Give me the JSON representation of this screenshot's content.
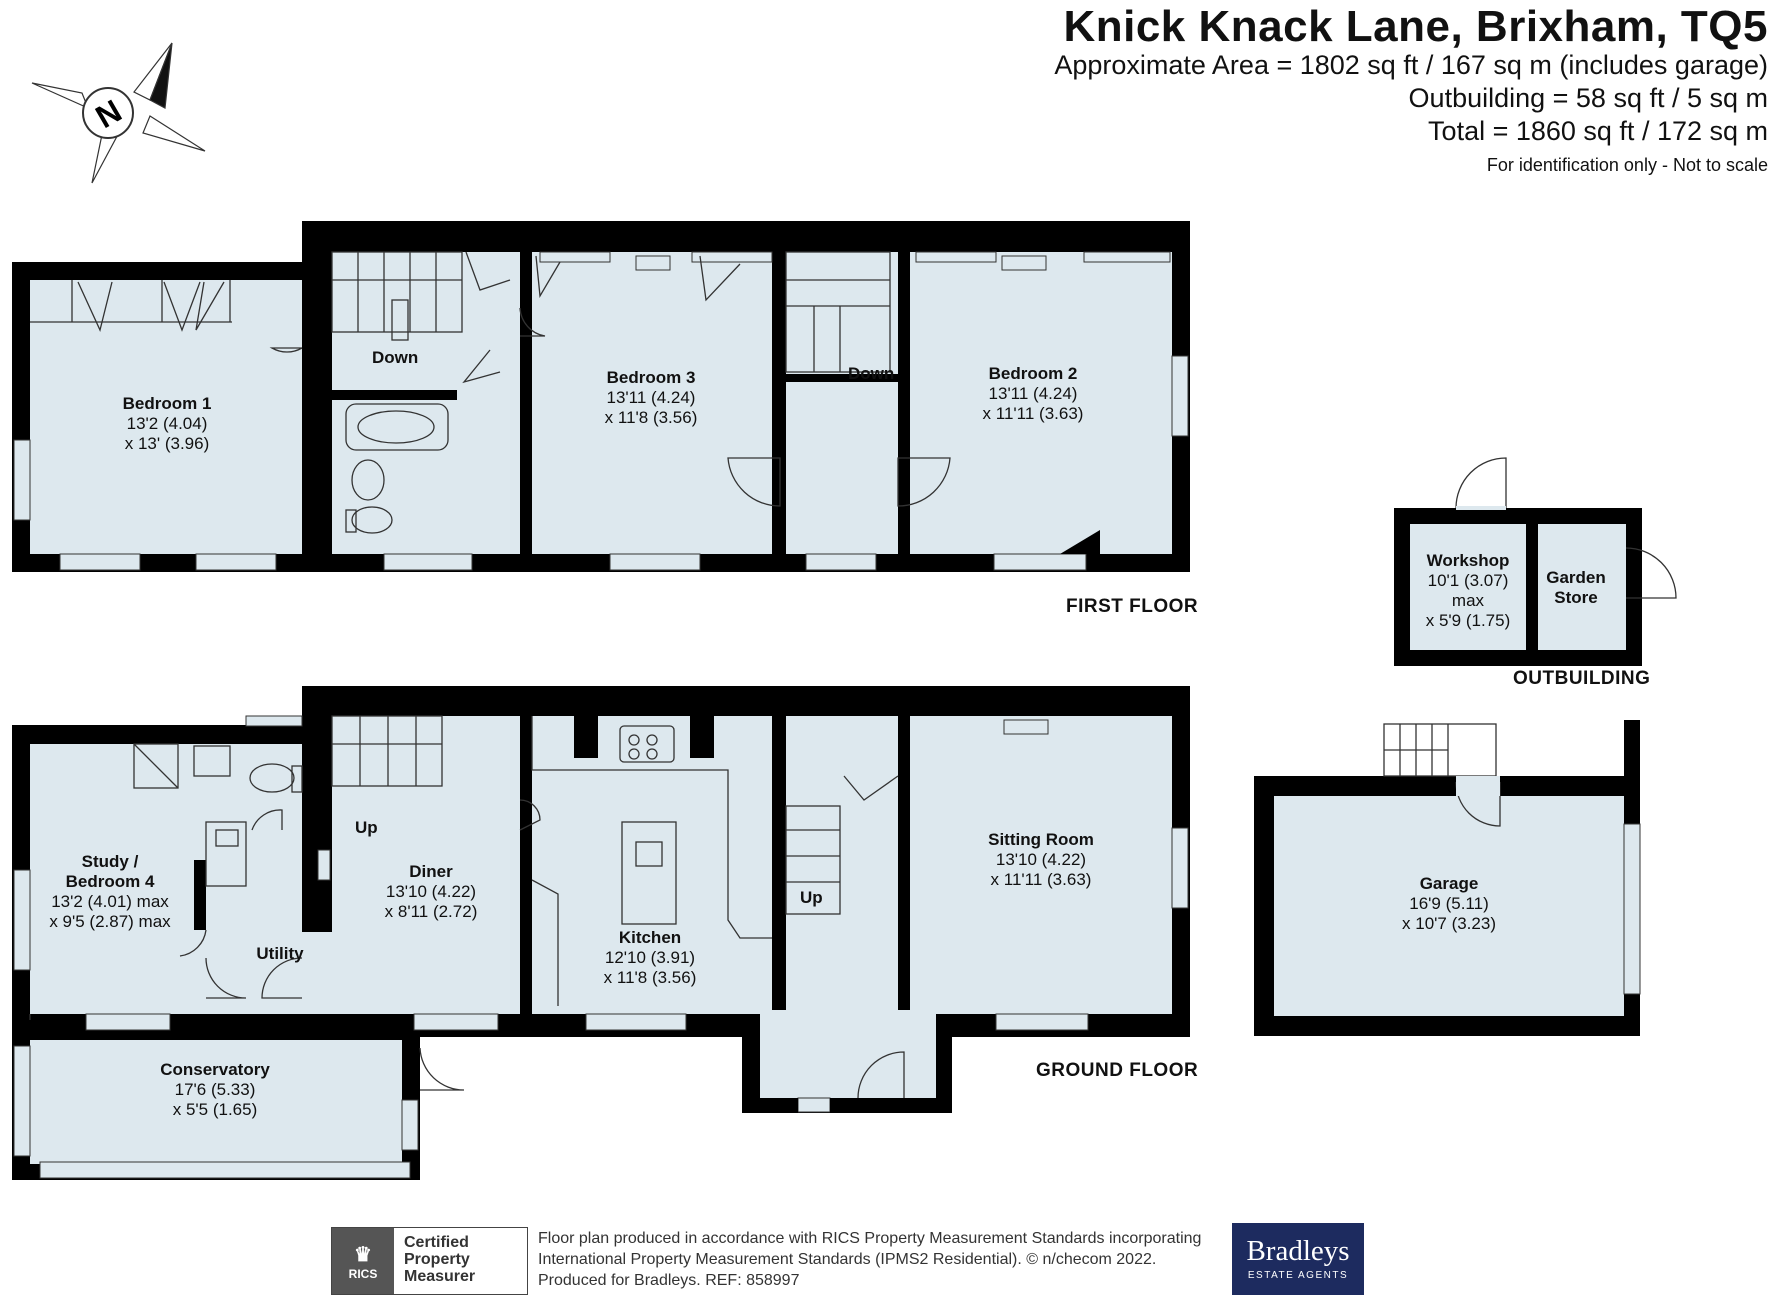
{
  "header": {
    "title": "Knick Knack Lane, Brixham, TQ5",
    "area_line": "Approximate Area = 1802 sq ft / 167 sq m (includes garage)",
    "outbuilding_line": "Outbuilding = 58 sq ft / 5 sq m",
    "total_line": "Total = 1860 sq ft / 172 sq m",
    "disclaimer": "For identification only - Not to scale"
  },
  "compass": {
    "label": "N"
  },
  "floors": {
    "first": "FIRST FLOOR",
    "ground": "GROUND FLOOR",
    "outbuilding": "OUTBUILDING"
  },
  "rooms": {
    "bedroom1": {
      "name": "Bedroom 1",
      "dim1": "13'2 (4.04)",
      "dim2": "x 13' (3.96)"
    },
    "bedroom3": {
      "name": "Bedroom 3",
      "dim1": "13'11 (4.24)",
      "dim2": "x 11'8 (3.56)"
    },
    "bedroom2": {
      "name": "Bedroom 2",
      "dim1": "13'11 (4.24)",
      "dim2": "x 11'11 (3.63)"
    },
    "workshop": {
      "name": "Workshop",
      "dim1": "10'1 (3.07)",
      "dim2": "max",
      "dim3": "x 5'9 (1.75)"
    },
    "garden_store": {
      "name1": "Garden",
      "name2": "Store"
    },
    "study": {
      "name1": "Study /",
      "name2": "Bedroom 4",
      "dim1": "13'2 (4.01) max",
      "dim2": "x 9'5 (2.87) max"
    },
    "diner": {
      "name": "Diner",
      "dim1": "13'10 (4.22)",
      "dim2": "x 8'11 (2.72)"
    },
    "kitchen": {
      "name": "Kitchen",
      "dim1": "12'10 (3.91)",
      "dim2": "x 11'8 (3.56)"
    },
    "sitting_room": {
      "name": "Sitting Room",
      "dim1": "13'10 (4.22)",
      "dim2": "x 11'11 (3.63)"
    },
    "garage": {
      "name": "Garage",
      "dim1": "16'9 (5.11)",
      "dim2": "x 10'7 (3.23)"
    },
    "conservatory": {
      "name": "Conservatory",
      "dim1": "17'6 (5.33)",
      "dim2": "x 5'5 (1.65)"
    },
    "utility": {
      "name": "Utility"
    }
  },
  "stair_labels": {
    "down": "Down",
    "up": "Up"
  },
  "footer": {
    "line1": "Floor plan produced in accordance with RICS Property Measurement Standards incorporating",
    "line2": "International Property Measurement Standards (IPMS2 Residential).  © n/checom 2022.",
    "line3": "Produced for Bradleys.   REF:  858997",
    "rics_seal": "RICS",
    "rics_cert": [
      "Certified",
      "Property",
      "Measurer"
    ],
    "agent_name": "Bradleys",
    "agent_tagline": "ESTATE AGENTS"
  },
  "colors": {
    "wall": "#000000",
    "floor": "#dde8ee",
    "line": "#333333"
  }
}
